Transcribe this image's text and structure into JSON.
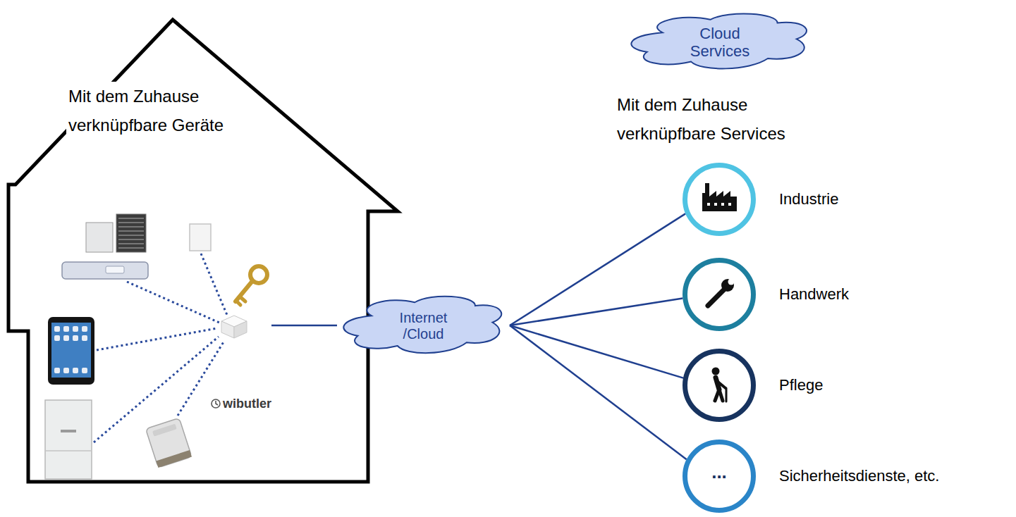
{
  "diagram": {
    "nodes": [
      {
        "text": [
          "Mit dem Zuhause verknüpfbare Geräte"
        ]
      },
      {
        "text": [
          "wibutler"
        ],
        "in": 0
      },
      {
        "text": [
          "Internet /Cloud"
        ]
      },
      {
        "text": [
          "Cloud Services"
        ]
      },
      {
        "text": [
          "Industrie"
        ]
      },
      {
        "text": [
          "Handwerk"
        ]
      },
      {
        "text": [
          "Pflege"
        ]
      },
      {
        "text": [
          "...",
          "Sicherheitsdienste, etc."
        ]
      }
    ],
    "edges": [
      {
        "from": 1,
        "to": 2,
        "arrow": "none"
      },
      {
        "from": 2,
        "to": 4,
        "arrow": "none"
      },
      {
        "from": 2,
        "to": 5,
        "arrow": "none"
      },
      {
        "from": 2,
        "to": 6,
        "arrow": "none"
      },
      {
        "from": 2,
        "to": 7,
        "arrow": "none"
      }
    ],
    "labels": [
      "Mit dem Zuhause verknüpfbare Services"
    ]
  }
}
